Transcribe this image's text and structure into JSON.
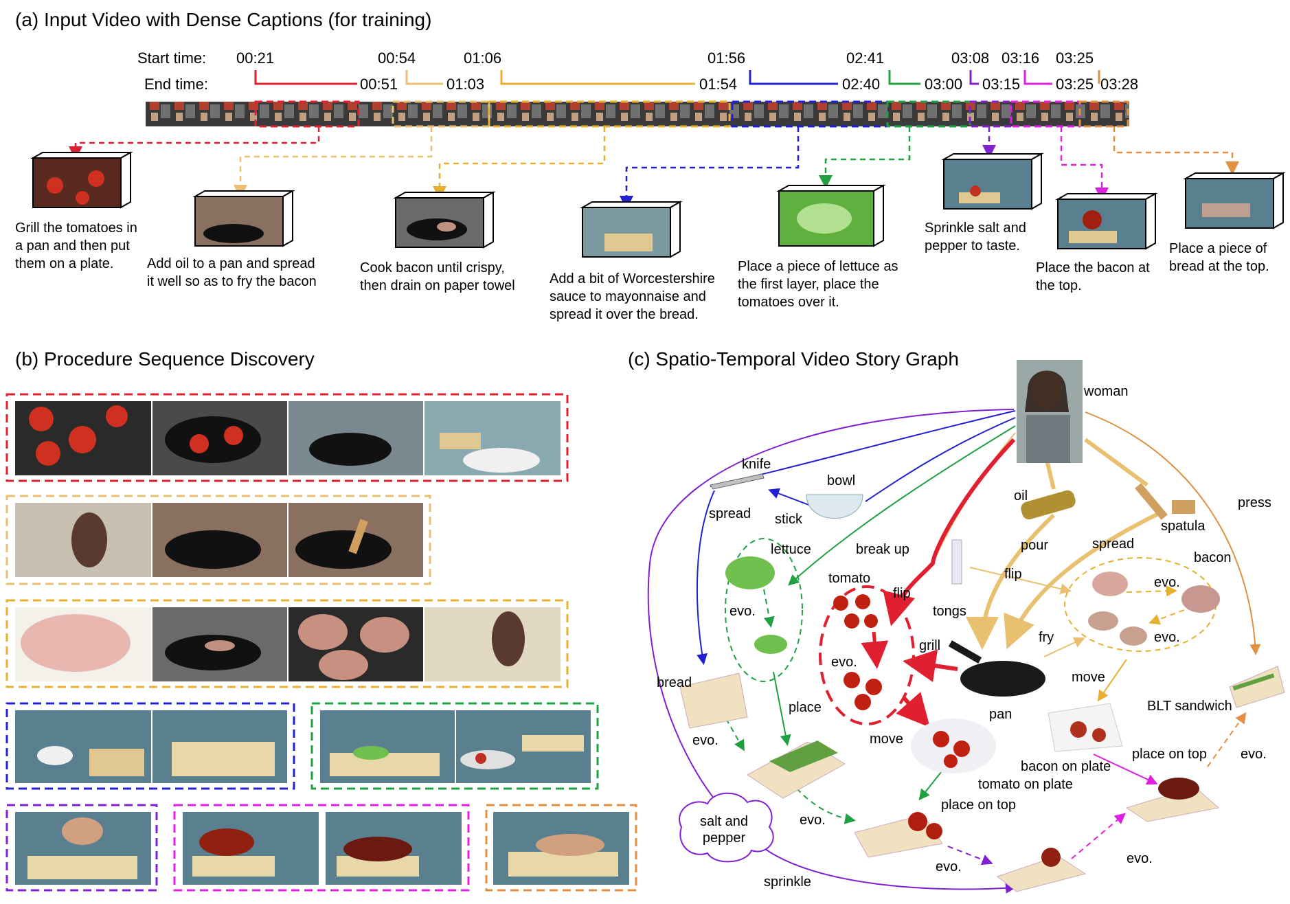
{
  "section_a": {
    "title": "(a) Input Video with Dense Captions (for training)",
    "start_label": "Start time:",
    "end_label": "End time:",
    "start_times": [
      "00:21",
      "00:54",
      "01:06",
      "01:56",
      "02:41",
      "03:08",
      "03:16",
      "03:25"
    ],
    "end_times": [
      "00:51",
      "01:03",
      "01:54",
      "02:40",
      "03:00",
      "03:15",
      "03:25",
      "03:28"
    ],
    "captions": [
      {
        "lines": [
          "Grill the tomatoes in",
          "a pan and then put",
          "them on a plate."
        ],
        "color": "#e02030"
      },
      {
        "lines": [
          "Add oil to a pan and spread",
          "it well so as to fry the bacon"
        ],
        "color": "#e8c070"
      },
      {
        "lines": [
          "Cook bacon until crispy,",
          "then drain on paper towel"
        ],
        "color": "#e8b030"
      },
      {
        "lines": [
          "Add a bit of Worcestershire",
          "sauce to mayonnaise and",
          "spread it over the bread."
        ],
        "color": "#2020d0"
      },
      {
        "lines": [
          "Place a piece of lettuce as",
          "the first layer, place the",
          "tomatoes over it."
        ],
        "color": "#20a040"
      },
      {
        "lines": [
          "Sprinkle salt and",
          "pepper to taste."
        ],
        "color": "#8020d0"
      },
      {
        "lines": [
          "Place the bacon at",
          "the top."
        ],
        "color": "#e020e0"
      },
      {
        "lines": [
          "Place a piece of",
          "bread at the top."
        ],
        "color": "#e09040"
      }
    ]
  },
  "section_b": {
    "title": "(b) Procedure Sequence Discovery"
  },
  "section_c": {
    "title": "(c) Spatio-Temporal Video Story Graph",
    "nodes": {
      "woman": "woman",
      "knife": "knife",
      "bowl": "bowl",
      "oil": "oil",
      "spatula": "spatula",
      "lettuce": "lettuce",
      "tomato": "tomato",
      "tongs": "tongs",
      "bacon": "bacon",
      "pan": "pan",
      "bread": "bread",
      "blt": "BLT sandwich",
      "bacon_plate": "bacon on plate",
      "tomato_plate": "tomato on plate",
      "salt": [
        "salt and",
        "pepper"
      ]
    },
    "edges": {
      "press": "press",
      "spread1": "spread",
      "stick": "stick",
      "break_up": "break up",
      "pour": "pour",
      "spread2": "spread",
      "flip1": "flip",
      "flip2": "flip",
      "grill": "grill",
      "fry": "fry",
      "move1": "move",
      "move2": "move",
      "place": "place",
      "place_on_top1": "place on top",
      "place_on_top2": "place on top",
      "sprinkle": "sprinkle",
      "evo": "evo."
    }
  },
  "colors": {
    "red": "#e02030",
    "yellow": "#e8c070",
    "orange_yellow": "#e8b030",
    "blue": "#2020d0",
    "green": "#20a040",
    "purple": "#8020d0",
    "magenta": "#e020e0",
    "orange": "#e09040"
  }
}
